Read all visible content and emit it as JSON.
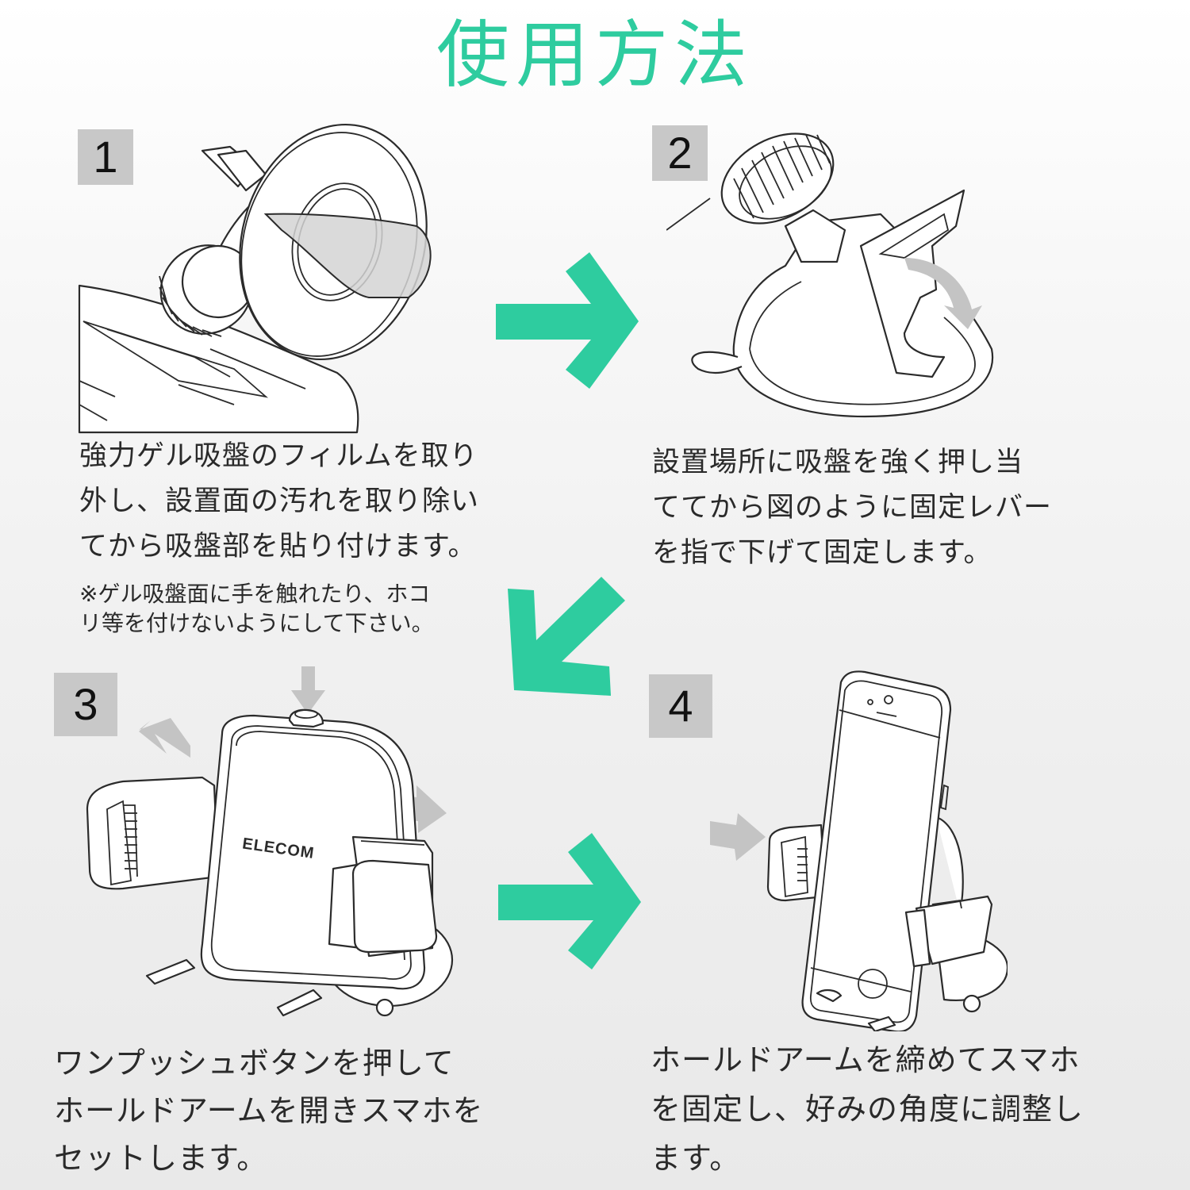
{
  "title": "使用方法",
  "colors": {
    "accent": "#2ecc9f",
    "badge_bg": "#c8c8c8",
    "text": "#2a2a2a",
    "hint_arrow": "#c4c4c4"
  },
  "steps": [
    {
      "number": "1",
      "lines": [
        "強力ゲル吸盤のフィルムを取り",
        "外し、設置面の汚れを取り除い",
        "てから吸盤部を貼り付けます。"
      ],
      "note_lines": [
        "※ゲル吸盤面に手を触れたり、ホコ",
        "リ等を付けないようにして下さい。"
      ]
    },
    {
      "number": "2",
      "lines": [
        "設置場所に吸盤を強く押し当",
        "ててから図のように固定レバー",
        "を指で下げて固定します。"
      ]
    },
    {
      "number": "3",
      "lines": [
        "ワンプッシュボタンを押して",
        "ホールドアームを開きスマホを",
        "セットします。"
      ],
      "brand_label": "ELECOM"
    },
    {
      "number": "4",
      "lines": [
        "ホールドアームを締めてスマホ",
        "を固定し、好みの角度に調整し",
        "ます。"
      ]
    }
  ],
  "flow_arrows": [
    {
      "from": "1",
      "to": "2",
      "direction": "right"
    },
    {
      "from": "2",
      "to": "3",
      "direction": "down-left"
    },
    {
      "from": "3",
      "to": "4",
      "direction": "right"
    }
  ]
}
